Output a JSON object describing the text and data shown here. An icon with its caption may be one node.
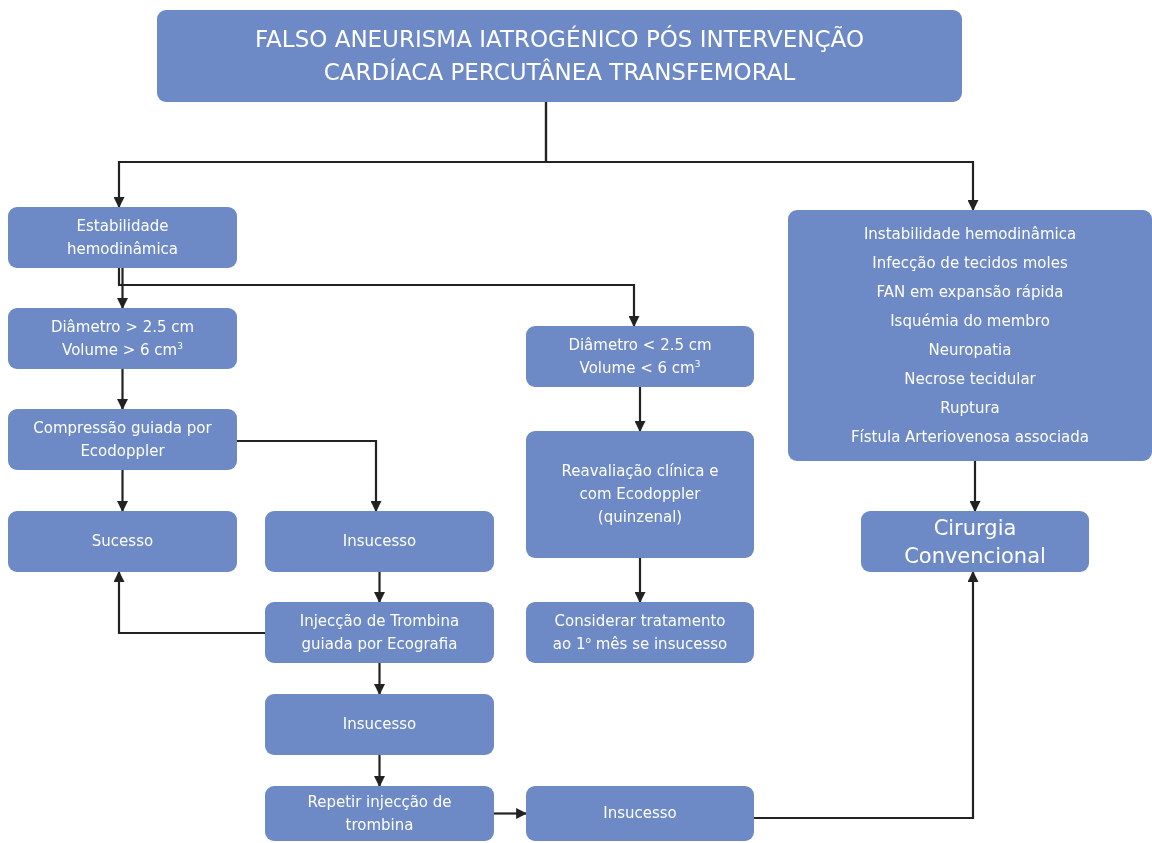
{
  "diagram": {
    "nodes": [
      {
        "text": [
          "FALSO ANEURISMA IATROGÉNICO PÓS INTERVENÇÃO CARDÍACA PERCUTÂNEA TRANSFEMORAL"
        ]
      },
      {
        "text": [
          "Estabilidade hemodinâmica"
        ]
      },
      {
        "text": [
          "Instabilidade hemodinâmica",
          "Infecção de tecidos moles",
          "FAN em expansão rápida",
          "Isquémia do membro",
          "Neuropatia",
          "Necrose tecidular",
          "Ruptura",
          "Fístula Arteriovenosa associada"
        ]
      },
      {
        "text": [
          "Diâmetro > 2.5 cm Volume > 6 cm$^{3}$"
        ]
      },
      {
        "text": [
          "Diâmetro < 2.5 cm Volume < 6 cm$^{3}$"
        ]
      },
      {
        "text": [
          "Compressão guiada por Ecodoppler"
        ]
      },
      {
        "text": [
          "Sucesso"
        ]
      },
      {
        "text": [
          "Insucesso"
        ]
      },
      {
        "text": [
          "Reavaliação clínica e com Ecodoppler (quinzenal)"
        ]
      },
      {
        "text": [
          "Cirurgia Convencional"
        ]
      },
      {
        "text": [
          "Injecção de Trombina guiada por Ecografia"
        ]
      },
      {
        "text": [
          "Considerar tratamento ao 1$^{o}$ mês se insucesso"
        ]
      },
      {
        "text": [
          "Insucesso"
        ]
      },
      {
        "text": [
          "Repetir injecção de trombina"
        ]
      },
      {
        "text": [
          "Insucesso"
        ]
      }
    ],
    "edges": [
      {
        "from": 0,
        "to": 1,
        "arrow": "to"
      },
      {
        "from": 0,
        "to": 2,
        "arrow": "to"
      },
      {
        "from": 1,
        "to": 3,
        "arrow": "to"
      },
      {
        "from": 1,
        "to": 4,
        "arrow": "to"
      },
      {
        "from": 3,
        "to": 5,
        "arrow": "to"
      },
      {
        "from": 5,
        "to": 6,
        "arrow": "to"
      },
      {
        "from": 5,
        "to": 7,
        "arrow": "to"
      },
      {
        "from": 7,
        "to": 10,
        "arrow": "to"
      },
      {
        "from": 10,
        "to": 6,
        "arrow": "to"
      },
      {
        "from": 10,
        "to": 12,
        "arrow": "to"
      },
      {
        "from": 12,
        "to": 13,
        "arrow": "to"
      },
      {
        "from": 13,
        "to": 14,
        "arrow": "to"
      },
      {
        "from": 14,
        "to": 9,
        "arrow": "to"
      },
      {
        "from": 4,
        "to": 8,
        "arrow": "to"
      },
      {
        "from": 8,
        "to": 11,
        "arrow": "to"
      },
      {
        "from": 2,
        "to": 9,
        "arrow": "to"
      }
    ]
  }
}
